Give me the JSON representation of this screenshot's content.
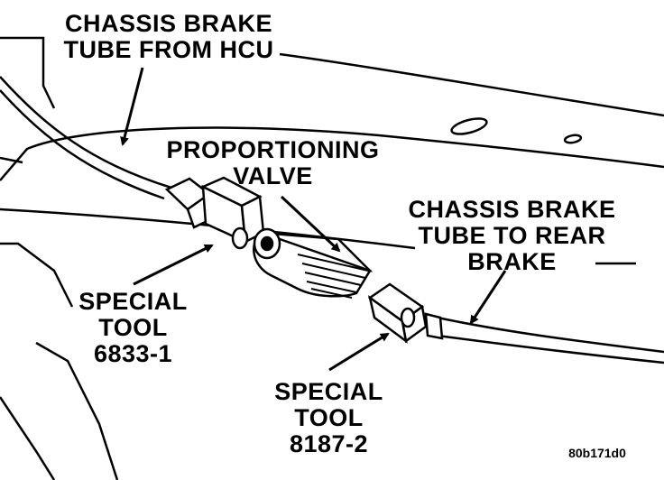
{
  "labels": {
    "chassis_tube_hcu": [
      "CHASSIS BRAKE",
      "TUBE FROM HCU"
    ],
    "proportioning_valve": [
      "PROPORTIONING",
      "VALVE"
    ],
    "chassis_tube_rear": [
      "CHASSIS BRAKE",
      "TUBE TO REAR",
      "BRAKE"
    ],
    "special_tool_1": [
      "SPECIAL",
      "TOOL",
      "6833-1"
    ],
    "special_tool_2": [
      "SPECIAL",
      "TOOL",
      "8187-2"
    ],
    "figure_code": "80b171d0"
  },
  "colors": {
    "ink": "#000000",
    "paper": "#ffffff"
  }
}
